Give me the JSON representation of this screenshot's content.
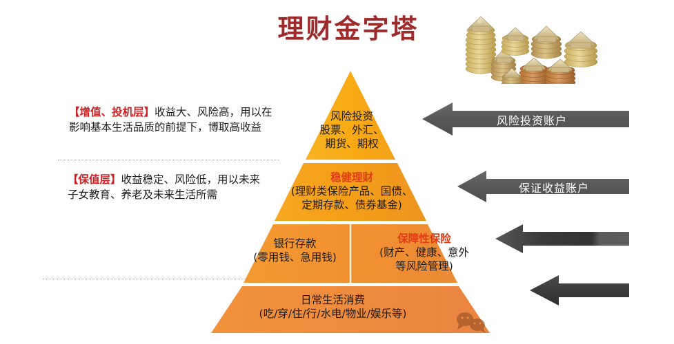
{
  "title": "理财金字塔",
  "theme": {
    "title_color": "#9e2b2b",
    "layer1_color": "#f7a81b",
    "layer2_color": "#f5a01c",
    "layer3_color": "#f29138",
    "layer4_color": "#ef8b3c",
    "highlight_text_color": "#e23b17",
    "note_tag_color": "#cf1f22",
    "arrow_color": "#5a5a5a",
    "body_text_color": "#1b1b1b"
  },
  "decoration": {
    "coins_image_name": "coins-and-houses-photo",
    "watermark_name": "wechat-logo-watermark"
  },
  "pyramid": {
    "layers": [
      {
        "id": "layer-1",
        "level": "top",
        "heading": "风险投资",
        "lines": [
          "股票、外汇、",
          "期货、期权"
        ],
        "heading_highlighted": false
      },
      {
        "id": "layer-2",
        "level": "second",
        "heading": "稳健理财",
        "lines": [
          "(理财类保险产品、国债、",
          "定期存款、债券基金)"
        ],
        "heading_highlighted": true
      },
      {
        "id": "layer-3-left",
        "level": "third-left",
        "heading": "银行存款",
        "lines": [
          "(零用钱、急用钱)"
        ],
        "heading_highlighted": false
      },
      {
        "id": "layer-3-right",
        "level": "third-right",
        "heading": "保障性保险",
        "lines": [
          "(财产、健康、意外",
          "等风险管理)"
        ],
        "heading_highlighted": true
      },
      {
        "id": "layer-4",
        "level": "base",
        "heading": "日常生活消费",
        "lines": [
          "(吃/穿/住/行/水电/物业/娱乐等)"
        ],
        "heading_highlighted": false
      }
    ]
  },
  "notes": [
    {
      "id": "note-speculation",
      "tag": "【增值、投机层】",
      "body": "收益大、风险高，用以在影响基本生活品质的前提下，博取高收益"
    },
    {
      "id": "note-preservation",
      "tag": "【保值层】",
      "body": "收益稳定、风险低，用以未来子女教育、养老及未来生活所需"
    }
  ],
  "arrows": [
    {
      "id": "arrow-risk-investment",
      "label": "风险投资账户",
      "direction": "left",
      "has_label": true
    },
    {
      "id": "arrow-guaranteed-income",
      "label": "保证收益账户",
      "direction": "left",
      "has_label": true
    },
    {
      "id": "arrow-third",
      "label": "",
      "direction": "left",
      "has_label": false
    },
    {
      "id": "arrow-fourth",
      "label": "",
      "direction": "left",
      "has_label": false
    }
  ]
}
